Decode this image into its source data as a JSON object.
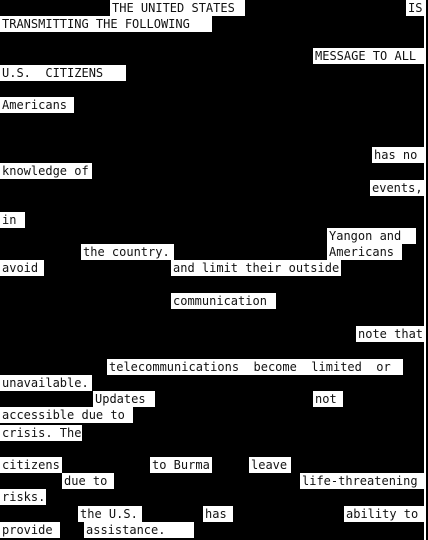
{
  "document": {
    "palette": {
      "background": "#000000",
      "paper": "#ffffff",
      "ink": "#111111"
    },
    "fragments": [
      "THE UNITED STATES",
      "IS",
      "TRANSMITTING THE FOLLOWING",
      "MESSAGE TO ALL",
      "U.S.  CITIZENS",
      "Americans",
      "has no",
      "knowledge of",
      "events,",
      "in",
      "Yangon and",
      "the country.",
      "Americans",
      "avoid",
      "and limit their outside",
      "communication",
      "note that",
      "telecommunications  become  limited  or",
      "unavailable.",
      "Updates",
      "not",
      "accessible due to",
      "crisis. The",
      "citizens",
      "to Burma",
      "leave",
      "due to",
      "life-threatening",
      "risks.",
      "the U.S.",
      "has",
      "ability to",
      "provide",
      "assistance."
    ]
  }
}
